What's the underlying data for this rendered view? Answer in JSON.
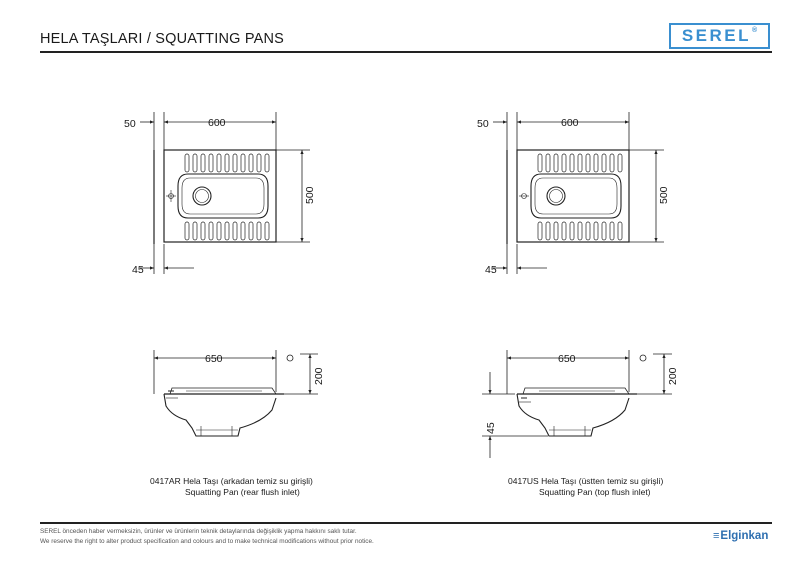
{
  "header": {
    "title": "HELA TAŞLARI / SQUATTING PANS",
    "logo": "SEREL",
    "logo_mark": "®",
    "accent_color": "#3a8fd0"
  },
  "products": [
    {
      "code": "0417AR",
      "name_tr": "Hela Taşı (arkadan temiz su girişli)",
      "name_en": "Squatting Pan (rear flush inlet)",
      "plan_dims": {
        "offset": "50",
        "width": "600",
        "depth": "500",
        "inlet": "45"
      },
      "side_dims": {
        "length": "650",
        "height": "200"
      }
    },
    {
      "code": "0417US",
      "name_tr": "Hela Taşı (üstten temiz su girişli)",
      "name_en": "Squatting Pan (top flush inlet)",
      "plan_dims": {
        "offset": "50",
        "width": "600",
        "depth": "500",
        "inlet": "45"
      },
      "side_dims": {
        "length": "650",
        "height": "200",
        "drop": "45"
      }
    }
  ],
  "footer": {
    "disclaimer_tr": "SEREL önceden haber vermeksizin, ürünler ve ürünlerin teknik detaylarında değişiklik yapma hakkını saklı tutar.",
    "disclaimer_en": "We reserve the right to alter product specification and colours and to make technical modifications without prior notice.",
    "brand": "Elginkan",
    "brand_color": "#2e6fb0"
  }
}
